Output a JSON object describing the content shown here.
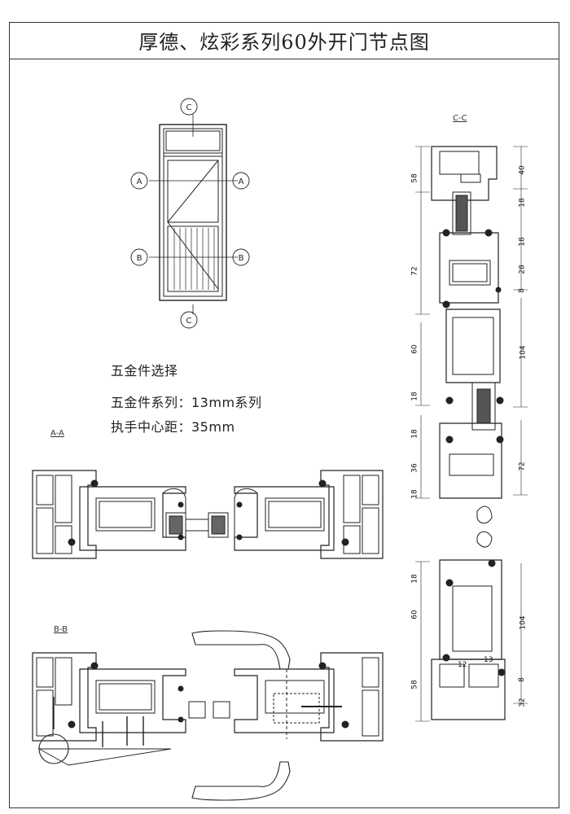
{
  "title": "厚德、炫彩系列60外开门节点图",
  "notes": {
    "line1": "五金件选择",
    "line2": "五金件系列：13mm系列",
    "line3": "执手中心距：35mm"
  },
  "section_labels": {
    "aa": "A-A",
    "bb": "B-B",
    "cc": "C-C"
  },
  "elevation_markers": {
    "top": "C",
    "left_a": "A",
    "right_a": "A",
    "left_b": "B",
    "right_b": "B",
    "bottom": "C"
  },
  "dimensions_left": [
    "58",
    "72",
    "60",
    "18",
    "18",
    "36",
    "18",
    "18",
    "60",
    "58"
  ],
  "dimensions_right": [
    "40",
    "18",
    "18",
    "28",
    "8",
    "104",
    "72",
    "104",
    "8",
    "32"
  ],
  "dimensions_inner": [
    "12",
    "13"
  ]
}
